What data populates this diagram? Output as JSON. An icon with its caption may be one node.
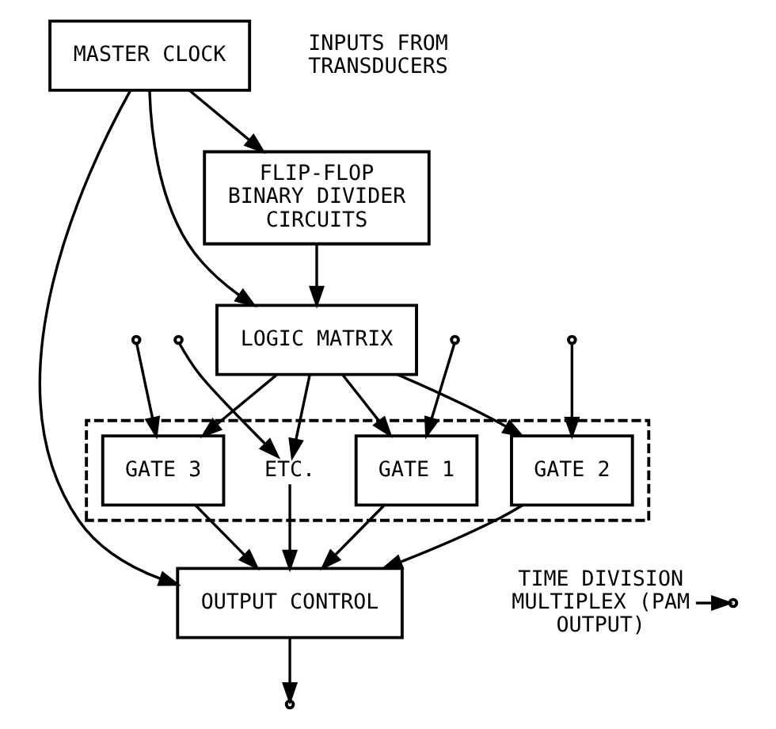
{
  "diagram": {
    "nodes": [
      {
        "text": [],
        "shape": "box"
      },
      {
        "text": [
          "GATE 1"
        ],
        "in": 0
      },
      {
        "text": [
          "GATE 2"
        ],
        "in": 0
      },
      {
        "text": [
          "GATE 3"
        ],
        "in": 0
      },
      {
        "text": [
          "ETC."
        ],
        "in": 0
      },
      {
        "text": [
          "OUTPUT CONTROL"
        ]
      },
      {
        "text": [
          "TIME DIVISION MULTIPLEX (PAM OUTPUT)"
        ]
      },
      {
        "text": [
          "MASTER CLOCK"
        ]
      },
      {
        "text": [
          "LOGIC MATRIX"
        ]
      },
      {
        "text": [
          "FLIP-FLOP BINARY DIVIDER CIRCUITS"
        ]
      }
    ],
    "edges": [
      {
        "from": null,
        "to": 1,
        "arrow": "to"
      },
      {
        "from": null,
        "to": 2,
        "arrow": "to"
      },
      {
        "from": null,
        "to": 3,
        "arrow": "to"
      },
      {
        "from": null,
        "to": 4,
        "arrow": "to"
      },
      {
        "from": 8,
        "to": 1,
        "arrow": "to"
      },
      {
        "from": 8,
        "to": 2,
        "arrow": "to"
      },
      {
        "from": 8,
        "to": 3,
        "arrow": "to"
      },
      {
        "from": 8,
        "to": 4,
        "arrow": "to"
      },
      {
        "from": 1,
        "to": 5,
        "arrow": "to"
      },
      {
        "from": 2,
        "to": 5,
        "arrow": "to"
      },
      {
        "from": 3,
        "to": 5,
        "arrow": "to"
      },
      {
        "from": 4,
        "to": 5,
        "arrow": "to"
      },
      {
        "from": 5,
        "to": null,
        "arrow": "to"
      },
      {
        "from": 6,
        "to": null,
        "arrow": "to"
      },
      {
        "from": 9,
        "to": 8,
        "arrow": "to"
      },
      {
        "from": 7,
        "to": 8,
        "arrow": "to"
      },
      {
        "from": 7,
        "to": 9,
        "arrow": "to"
      },
      {
        "from": 7,
        "to": 5,
        "arrow": "to"
      }
    ],
    "labels": [
      "INPUTS FROM TRANSDUCERS"
    ]
  }
}
